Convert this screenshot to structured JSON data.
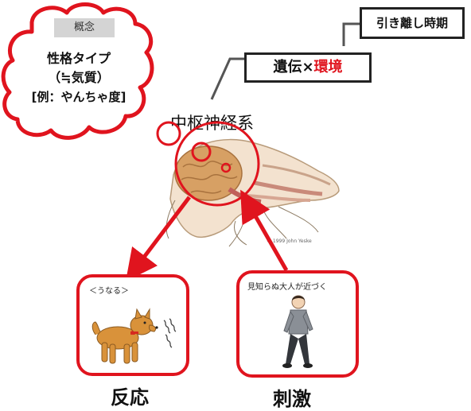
{
  "concept": {
    "badge": "概念",
    "line1": "性格タイプ",
    "line2": "（≒気質）",
    "line3": "[例：やんちゃ度]"
  },
  "tags": {
    "separation_period": "引き離し時期",
    "heredity": "遺伝×",
    "environment": "環境"
  },
  "nervous_system_label": "中枢神経系",
  "illustration_credit": "© 1999 John Yeske",
  "panels": {
    "left_caption": "＜うなる＞",
    "right_caption": "見知らぬ大人が近づく"
  },
  "labels": {
    "reaction": "反応",
    "stimulus": "刺激"
  },
  "colors": {
    "accent_red": "#e0141e",
    "badge_gray": "#d4d4d4",
    "dog_fur": "#d9923a",
    "collar": "#d62a1f"
  }
}
